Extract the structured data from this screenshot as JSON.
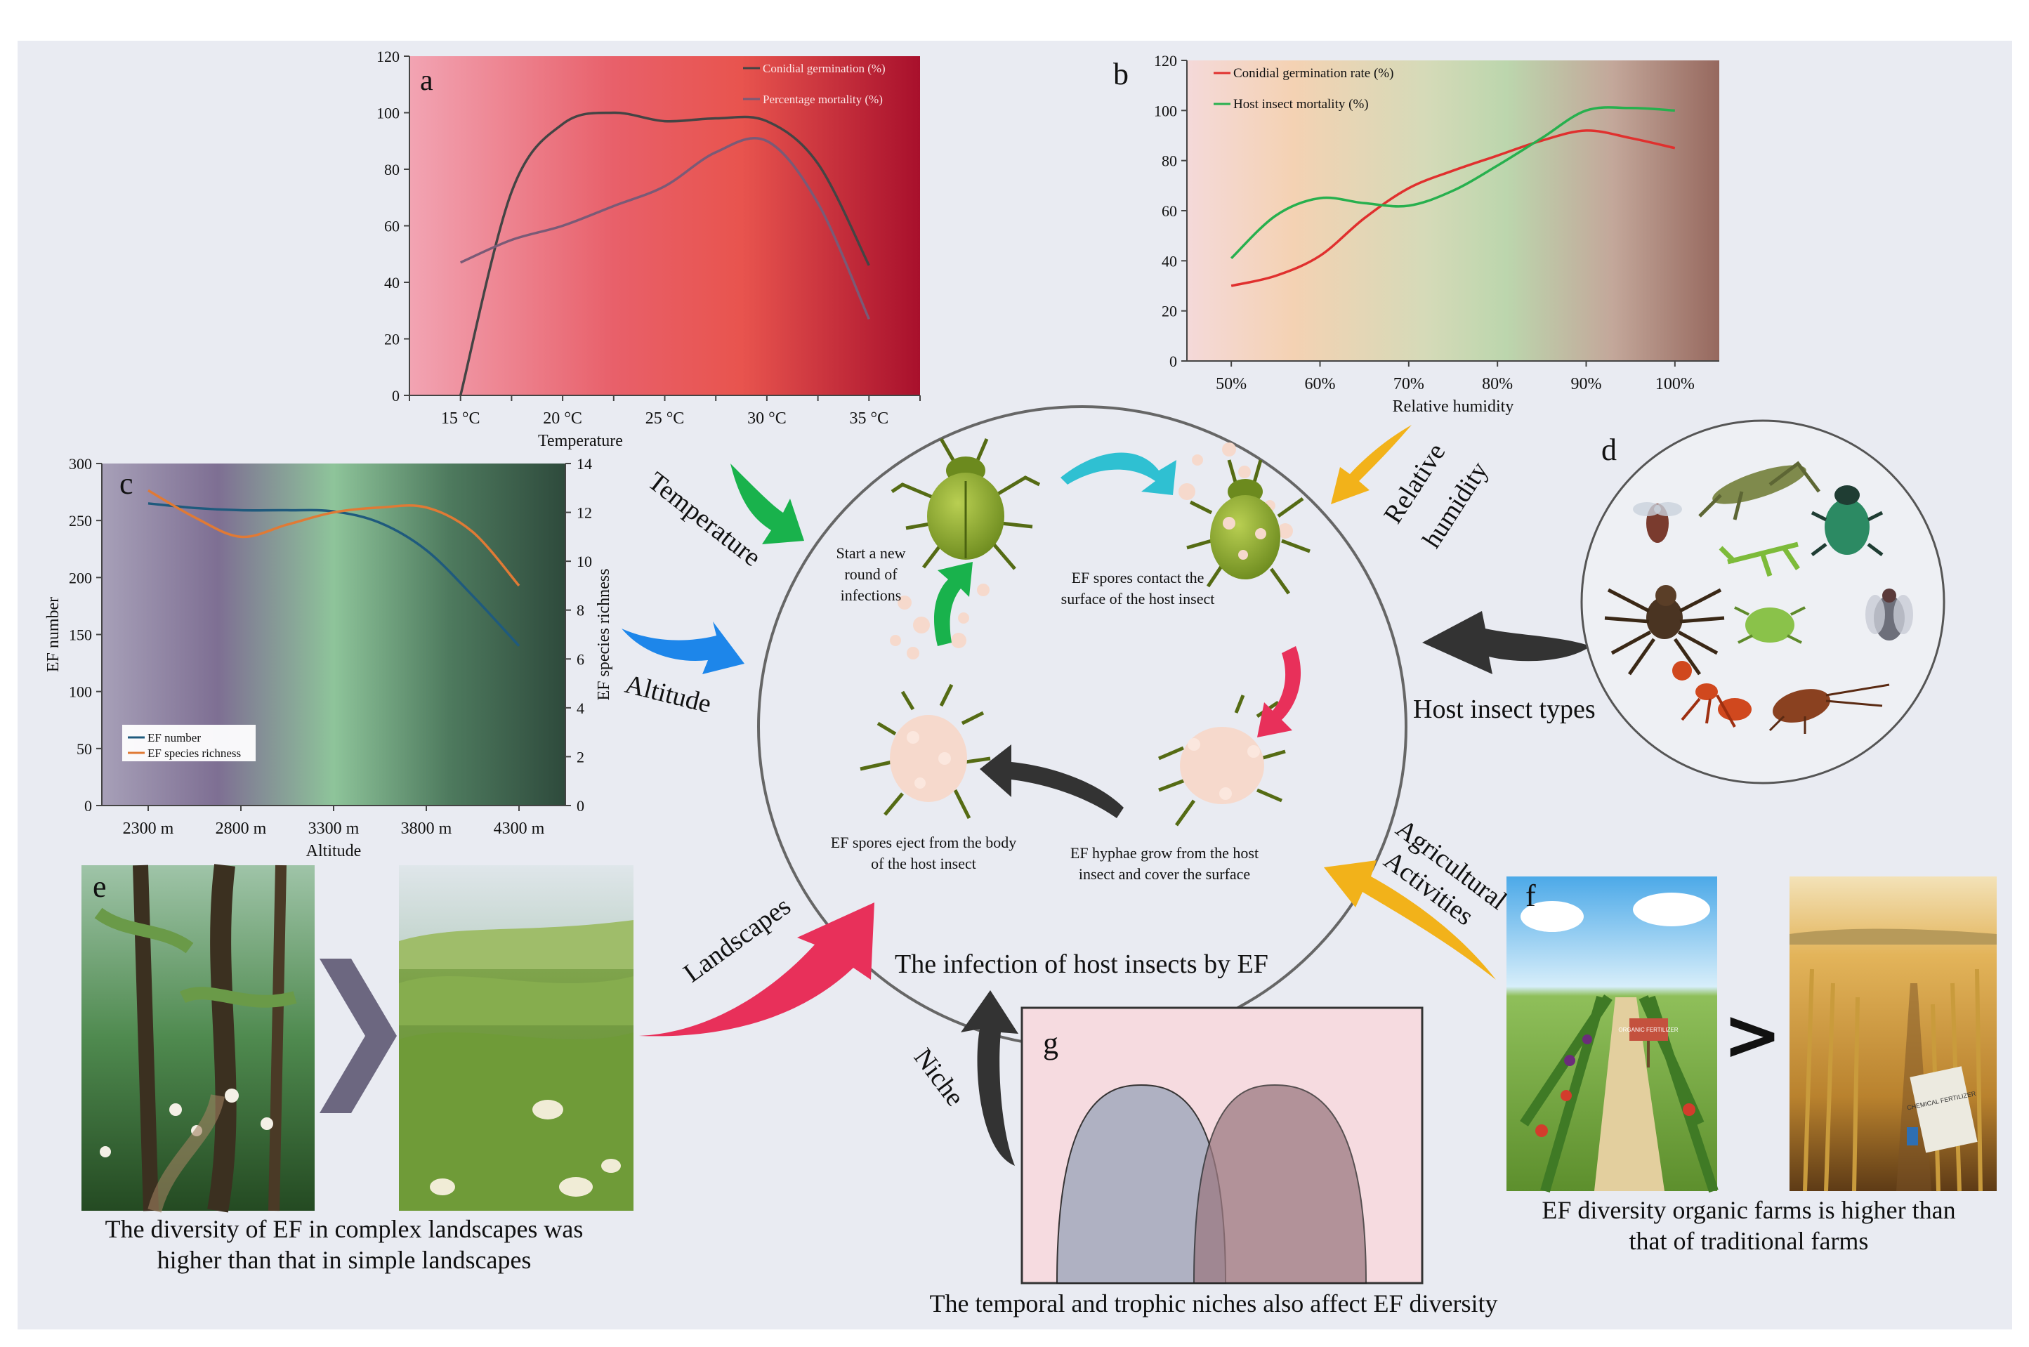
{
  "colors": {
    "background": "#e9ebf2",
    "arrow_green": "#19b24c",
    "arrow_cyan": "#2fc0d2",
    "arrow_blue": "#1d86ea",
    "arrow_orange": "#f2b21a",
    "arrow_red": "#e8305a",
    "arrow_dark": "#333333",
    "insect_green": "#8aa92f",
    "spore": "#f6d9cc"
  },
  "center": {
    "caption": "The infection of host insects by EF",
    "steps": {
      "start": "Start a new round of infections",
      "contact": "EF spores  contact the surface of the host insect",
      "hyphae": "EF hyphae grow from the host insect and cover the surface",
      "eject": "EF spores eject from the body of the host insect"
    }
  },
  "factors": {
    "temperature": "Temperature",
    "humidity": "Relative humidity",
    "altitude": "Altitude",
    "host_types": "Host insect  types",
    "landscapes": "Landscapes",
    "agricultural": "Agricultural Activities",
    "niche": "Niche"
  },
  "panel_labels": {
    "a": "a",
    "b": "b",
    "c": "c",
    "d": "d",
    "e": "e",
    "f": "f",
    "g": "g"
  },
  "captions": {
    "e": "The diversity of EF in complex landscapes was higher than that in simple landscapes",
    "f": "EF diversity organic farms is higher than that of traditional farms",
    "g": "The temporal and trophic niches also affect EF diversity"
  },
  "comparators": {
    "e": "›",
    "f": ">"
  },
  "farm_signs": {
    "organic": "ORGANIC FERTILIZER",
    "chemical": "CHEMICAL FERTILIZER"
  },
  "host_insects": [
    "grasshopper",
    "fly",
    "beetle",
    "mantis",
    "spider",
    "aphid",
    "housefly",
    "ant",
    "cockroach"
  ],
  "chart_data": [
    {
      "id": "a",
      "type": "line",
      "x": [
        "15 °C",
        "20 °C",
        "25 °C",
        "30 °C",
        "35 °C"
      ],
      "xlabel": "Temperature",
      "ylabel": "",
      "ylim": [
        0,
        120
      ],
      "yticks": [
        0,
        20,
        40,
        60,
        80,
        100,
        120
      ],
      "legend": "top-right",
      "series": [
        {
          "name": "Conidial germination (%)",
          "color": "#444444",
          "points": [
            [
              15,
              0
            ],
            [
              17.5,
              72
            ],
            [
              20,
              96
            ],
            [
              22.5,
              100
            ],
            [
              25,
              97
            ],
            [
              27.5,
              98
            ],
            [
              30,
              97
            ],
            [
              32.5,
              82
            ],
            [
              35,
              46
            ]
          ]
        },
        {
          "name": "Percentage mortality (%)",
          "color": "#7a5a76",
          "points": [
            [
              15,
              47
            ],
            [
              17.5,
              55
            ],
            [
              20,
              60
            ],
            [
              22.5,
              67
            ],
            [
              25,
              74
            ],
            [
              27.5,
              86
            ],
            [
              30,
              90
            ],
            [
              32.5,
              68
            ],
            [
              35,
              27
            ]
          ]
        }
      ]
    },
    {
      "id": "b",
      "type": "line",
      "x": [
        "50%",
        "60%",
        "70%",
        "80%",
        "90%",
        "100%"
      ],
      "xlabel": "Relative humidity",
      "ylabel": "",
      "ylim": [
        0,
        120
      ],
      "yticks": [
        0,
        20,
        40,
        60,
        80,
        100,
        120
      ],
      "legend": "top-left",
      "series": [
        {
          "name": "Conidial germination rate (%)",
          "color": "#e0302e",
          "points": [
            [
              50,
              30
            ],
            [
              55,
              34
            ],
            [
              60,
              42
            ],
            [
              65,
              57
            ],
            [
              70,
              69
            ],
            [
              75,
              76
            ],
            [
              80,
              82
            ],
            [
              85,
              88
            ],
            [
              90,
              92
            ],
            [
              95,
              89
            ],
            [
              100,
              85
            ]
          ]
        },
        {
          "name": "Host insect mortality (%)",
          "color": "#27b04e",
          "points": [
            [
              50,
              41
            ],
            [
              55,
              58
            ],
            [
              60,
              65
            ],
            [
              65,
              63
            ],
            [
              70,
              62
            ],
            [
              75,
              68
            ],
            [
              80,
              78
            ],
            [
              85,
              89
            ],
            [
              90,
              100
            ],
            [
              95,
              101
            ],
            [
              100,
              100
            ]
          ]
        }
      ]
    },
    {
      "id": "c",
      "type": "line",
      "x": [
        "2300 m",
        "2800 m",
        "3300 m",
        "3800 m",
        "4300 m"
      ],
      "xlabel": "Altitude",
      "ylabel": "EF number",
      "y2label": "EF species richness",
      "ylim": [
        0,
        300
      ],
      "y2lim": [
        0,
        14
      ],
      "yticks": [
        0,
        50,
        100,
        150,
        200,
        250,
        300
      ],
      "y2ticks": [
        0,
        2,
        4,
        6,
        8,
        10,
        12,
        14
      ],
      "legend": "bottom-left",
      "series": [
        {
          "name": "EF number",
          "axis": "left",
          "color": "#1f5a7d",
          "points": [
            [
              2300,
              265
            ],
            [
              2550,
              261
            ],
            [
              2800,
              259
            ],
            [
              3050,
              259
            ],
            [
              3300,
              258
            ],
            [
              3550,
              248
            ],
            [
              3800,
              224
            ],
            [
              4050,
              184
            ],
            [
              4300,
              140
            ]
          ]
        },
        {
          "name": "EF species richness",
          "axis": "right",
          "color": "#e07a35",
          "points": [
            [
              2300,
              12.9
            ],
            [
              2550,
              11.8
            ],
            [
              2800,
              11.0
            ],
            [
              3050,
              11.5
            ],
            [
              3300,
              12.0
            ],
            [
              3550,
              12.2
            ],
            [
              3800,
              12.2
            ],
            [
              4050,
              11.2
            ],
            [
              4300,
              9.0
            ]
          ]
        }
      ]
    },
    {
      "id": "g",
      "type": "area",
      "series": [
        {
          "name": "",
          "values": [
            1
          ]
        },
        {
          "name": "",
          "values": [
            1
          ]
        }
      ]
    }
  ]
}
